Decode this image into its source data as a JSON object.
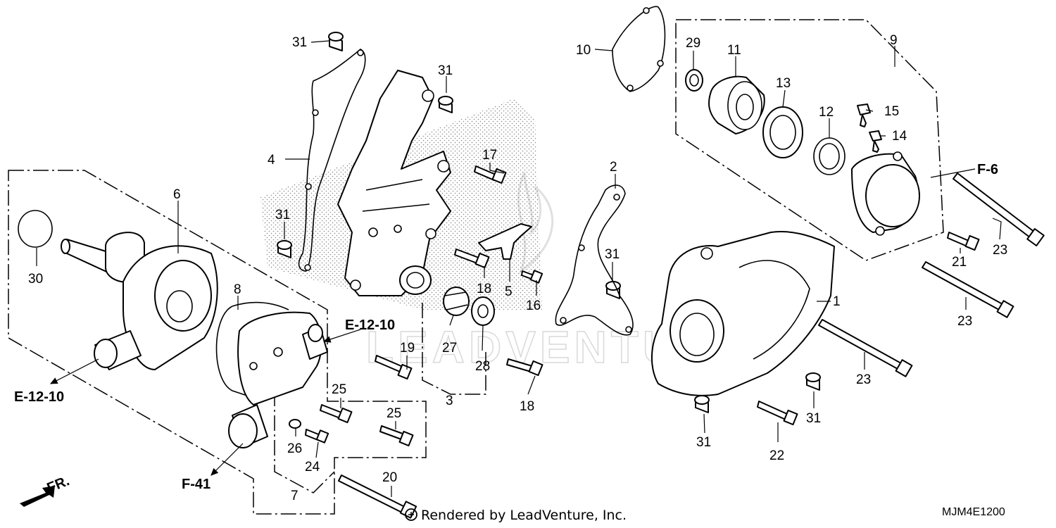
{
  "watermark": "LEADVENTURE",
  "callouts": {
    "c1": "1",
    "c2": "2",
    "c3": "3",
    "c4": "4",
    "c5": "5",
    "c6": "6",
    "c7": "7",
    "c8": "8",
    "c9": "9",
    "c10": "10",
    "c11": "11",
    "c12": "12",
    "c13": "13",
    "c14": "14",
    "c15": "15",
    "c16": "16",
    "c17": "17",
    "c18a": "18",
    "c18b": "18",
    "c19": "19",
    "c20": "20",
    "c21": "21",
    "c22": "22",
    "c23a": "23",
    "c23b": "23",
    "c23c": "23",
    "c24": "24",
    "c25a": "25",
    "c25b": "25",
    "c26": "26",
    "c27": "27",
    "c28": "28",
    "c29": "29",
    "c30": "30",
    "c31a": "31",
    "c31b": "31",
    "c31c": "31",
    "c31d": "31",
    "c31e": "31",
    "c31f": "31"
  },
  "refs": {
    "e1210_top": "E-12-10",
    "e1210_left": "E-12-10",
    "f6": "F-6",
    "f41": "F-41"
  },
  "front_marker": "FR.",
  "footer": {
    "rendered_by": "Rendered by LeadVenture, Inc.",
    "diagram_code": "MJM4E1200"
  }
}
